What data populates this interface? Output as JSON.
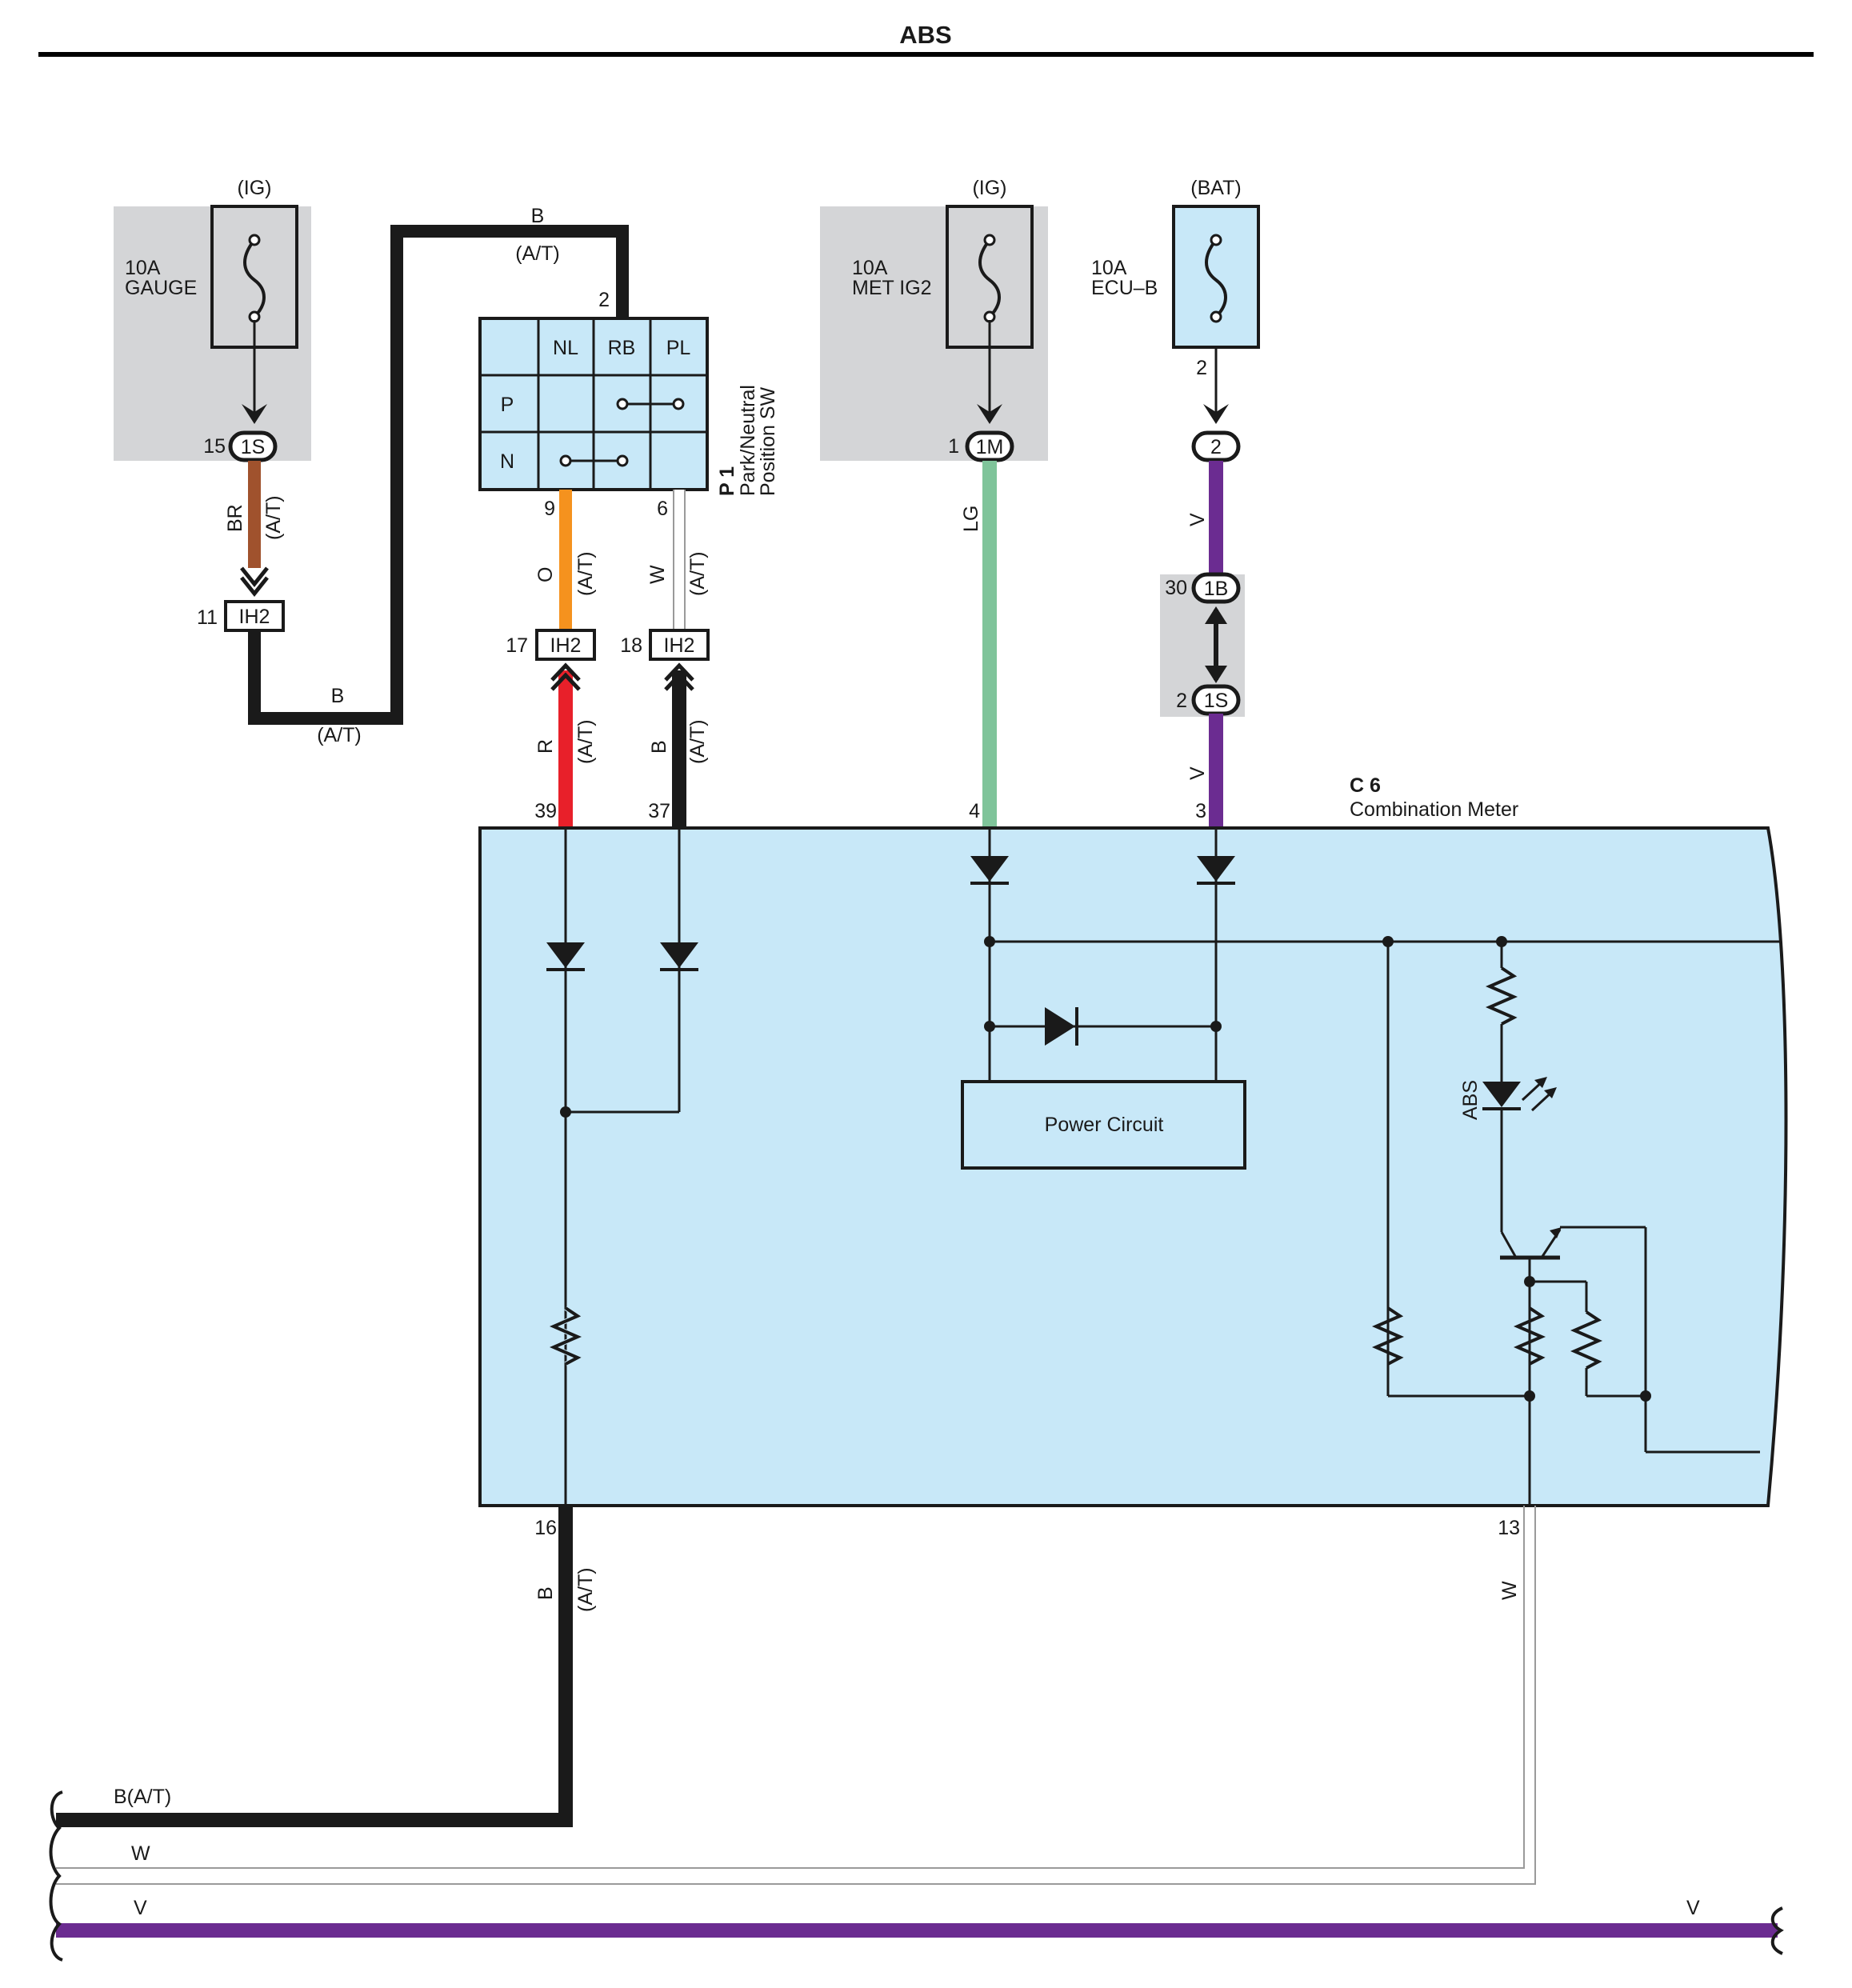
{
  "title": "ABS",
  "colors": {
    "black_wire": "#1a1a1a",
    "brown_wire": "#a0522d",
    "orange_wire": "#f5921e",
    "red_wire": "#e8202a",
    "light_green_wire": "#7fc49a",
    "violet_wire": "#6b2c91",
    "white_wire": "#9a9a9a",
    "component_fill": "#c8e8f8",
    "shaded_area": "#d4d5d7"
  },
  "fuses": [
    {
      "source": "(IG)",
      "rating": "10A",
      "name": "GAUGE"
    },
    {
      "source": "(IG)",
      "rating": "10A",
      "name": "MET IG2"
    },
    {
      "source": "(BAT)",
      "rating": "10A",
      "name": "ECU–B"
    }
  ],
  "connectors": {
    "gauge_pin": "15",
    "gauge_conn": "1S",
    "met_pin": "1",
    "met_conn": "1M",
    "ecub_fuse_pin": "2",
    "ecub_conn": "2",
    "ih2_a_pin": "11",
    "ih2_a_conn": "IH2",
    "ih2_b_pin": "17",
    "ih2_b_conn": "IH2",
    "ih2_c_pin": "18",
    "ih2_c_conn": "IH2",
    "j1b_pin": "30",
    "j1b_conn": "1B",
    "j1s_pin": "2",
    "j1s_conn": "1S"
  },
  "wire_labels": {
    "br": "BR",
    "b": "B",
    "o": "O",
    "w": "W",
    "r": "R",
    "lg": "LG",
    "v": "V",
    "at": "(A/T)",
    "b_at": "B(A/T)"
  },
  "park_switch": {
    "id": "P 1",
    "name_line1": "Park/Neutral",
    "name_line2": "Position SW",
    "cols": [
      "NL",
      "RB",
      "PL"
    ],
    "rows": [
      "P",
      "N"
    ],
    "pin_top": "2",
    "pin_o": "9",
    "pin_w": "6"
  },
  "meter": {
    "id": "C 6",
    "name": "Combination Meter",
    "pins": {
      "r": "39",
      "b": "37",
      "lg": "4",
      "v": "3",
      "ground": "16",
      "w_out": "13"
    },
    "power_circuit": "Power Circuit",
    "led_label": "ABS"
  }
}
